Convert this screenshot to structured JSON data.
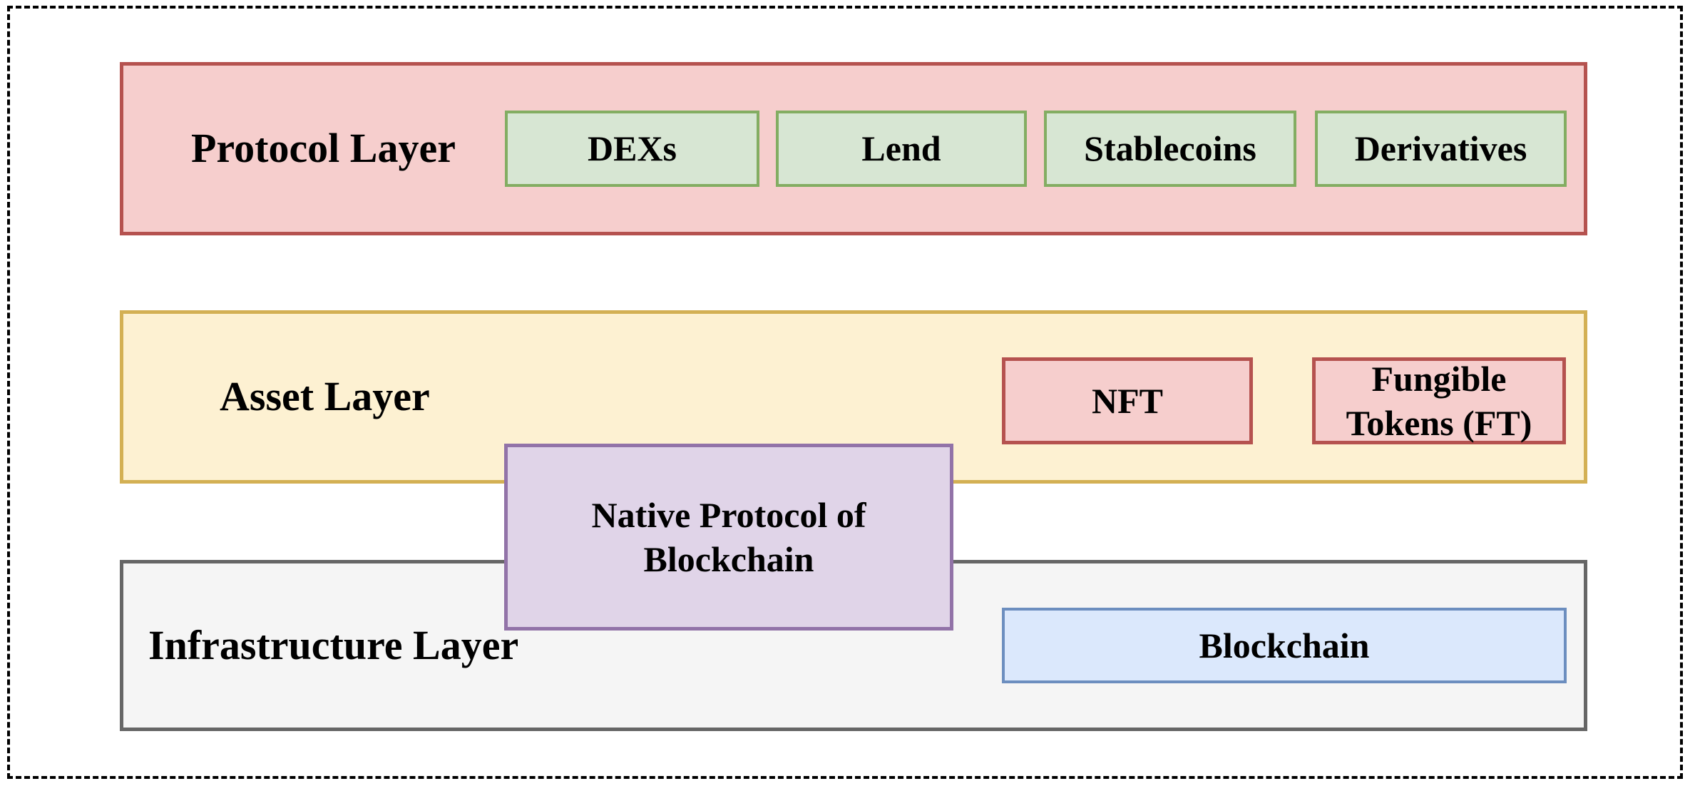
{
  "frame": {
    "style": "dashed",
    "border_color": "#000000"
  },
  "layers": {
    "protocol": {
      "label": "Protocol Layer",
      "fill": "#f6cecd",
      "stroke": "#b5524f",
      "items": [
        {
          "label": "DEXs"
        },
        {
          "label": "Lend"
        },
        {
          "label": "Stablecoins"
        },
        {
          "label": "Derivatives"
        }
      ],
      "item_fill": "#d7e6d3",
      "item_stroke": "#83ad62"
    },
    "asset": {
      "label": "Asset Layer",
      "fill": "#fdf1d2",
      "stroke": "#d3b054",
      "items": [
        {
          "label": "NFT"
        },
        {
          "label": "Fungible Tokens (FT)"
        }
      ],
      "item_fill": "#f6cecd",
      "item_stroke": "#b5524f"
    },
    "infrastructure": {
      "label": "Infrastructure Layer",
      "fill": "#f5f5f5",
      "stroke": "#666666",
      "items": [
        {
          "label": "Blockchain"
        }
      ],
      "item_fill": "#dbe8fc",
      "item_stroke": "#6c8ebf"
    }
  },
  "overlay": {
    "label": "Native Protocol of Blockchain",
    "fill": "#e0d4e8",
    "stroke": "#9273a8"
  }
}
